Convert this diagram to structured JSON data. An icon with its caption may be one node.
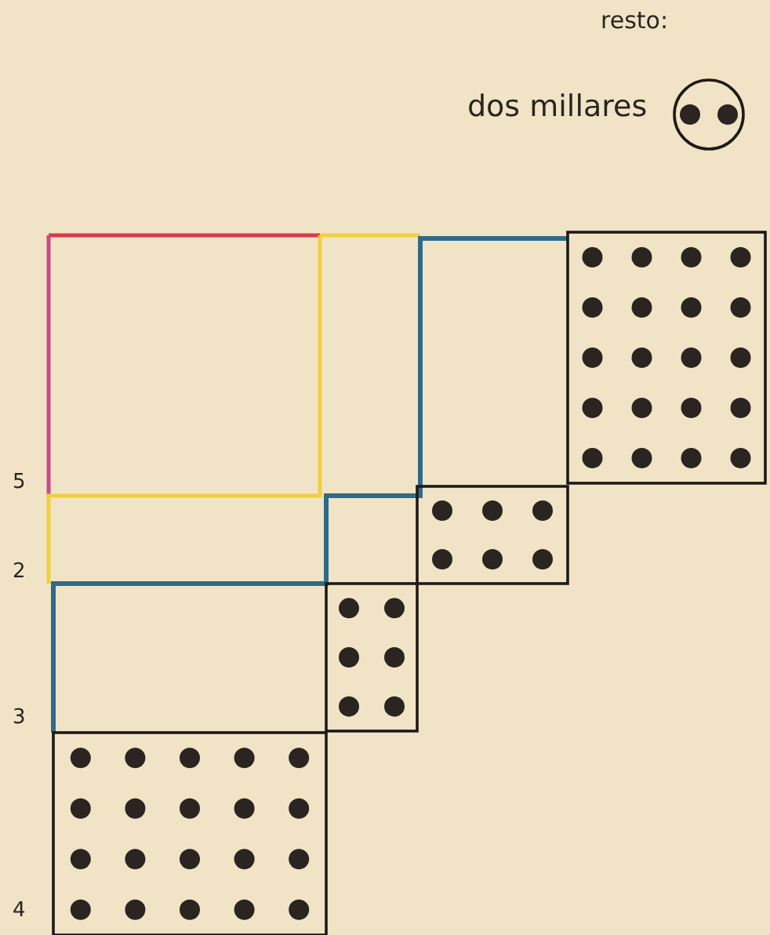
{
  "diagram": {
    "labels": [
      "resto:",
      "dos millares",
      "5",
      "2",
      "3",
      "4"
    ]
  }
}
